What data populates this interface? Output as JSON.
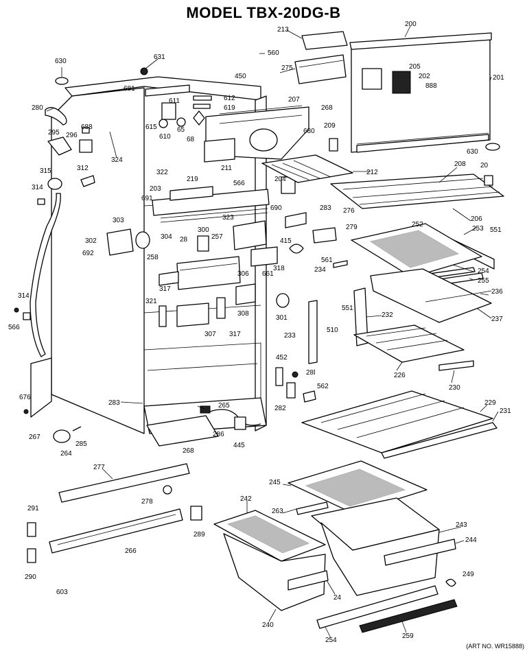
{
  "title": "MODEL TBX-20DG-B",
  "art_number": "(ART NO. WR15888)",
  "callouts": [
    "200",
    "213",
    "201",
    "205",
    "202",
    "888",
    "560",
    "450",
    "275",
    "268",
    "630",
    "631",
    "681",
    "611",
    "612",
    "619",
    "207",
    "280",
    "295",
    "296",
    "688",
    "324",
    "615",
    "610",
    "65",
    "68",
    "680",
    "209",
    "208",
    "20",
    "206",
    "630",
    "211",
    "212",
    "204",
    "315",
    "312",
    "314",
    "322",
    "566",
    "219",
    "203",
    "691",
    "283",
    "276",
    "279",
    "252",
    "253",
    "551",
    "302",
    "303",
    "304",
    "300",
    "28",
    "257",
    "690",
    "323",
    "415",
    "561",
    "234",
    "254",
    "255",
    "236",
    "692",
    "258",
    "306",
    "661",
    "318",
    "237",
    "232",
    "551",
    "314",
    "566",
    "321",
    "317",
    "307",
    "317",
    "308",
    "301",
    "510",
    "233",
    "226",
    "230",
    "452",
    "28l",
    "282",
    "562",
    "676",
    "267",
    "283",
    "265",
    "286",
    "268",
    "445",
    "229",
    "231",
    "264",
    "285",
    "277",
    "278",
    "291",
    "289",
    "245",
    "263",
    "242",
    "243",
    "244",
    "266",
    "290",
    "603",
    "24",
    "249",
    "240",
    "254",
    "259"
  ]
}
